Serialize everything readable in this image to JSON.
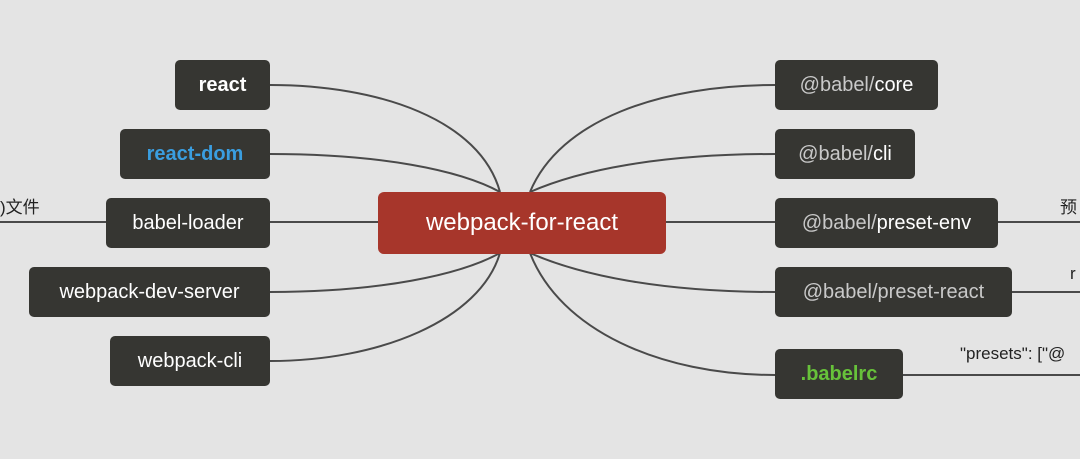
{
  "center": {
    "label": "webpack-for-react",
    "color": "#a7362b"
  },
  "left_nodes": [
    {
      "id": "react",
      "label": "react",
      "bold": true,
      "color": "#ffffff"
    },
    {
      "id": "react-dom",
      "label": "react-dom",
      "bold": true,
      "color": "#3a9ee0"
    },
    {
      "id": "babel-loader",
      "label": "babel-loader",
      "bold": false,
      "color": "#ffffff",
      "annotation": ")文件"
    },
    {
      "id": "webpack-dev-server",
      "label": "webpack-dev-server",
      "bold": false,
      "color": "#ffffff"
    },
    {
      "id": "webpack-cli",
      "label": "webpack-cli",
      "bold": false,
      "color": "#ffffff"
    }
  ],
  "right_nodes": [
    {
      "id": "babel-core",
      "scope": "@babel/",
      "name": "core"
    },
    {
      "id": "babel-cli",
      "scope": "@babel/",
      "name": "cli"
    },
    {
      "id": "babel-preset-env",
      "scope": "@babel/",
      "name": "preset-env",
      "annotation": "预"
    },
    {
      "id": "babel-preset-react",
      "scope": "@babel/",
      "name": "preset-react",
      "annotation": "r"
    },
    {
      "id": "babelrc",
      "label": ".babelrc",
      "bold": true,
      "color": "#67c23a",
      "annotation": "\"presets\": [\"@"
    }
  ],
  "colors": {
    "background": "#e4e4e4",
    "node": "#363632",
    "connector": "#4a4a4a"
  }
}
